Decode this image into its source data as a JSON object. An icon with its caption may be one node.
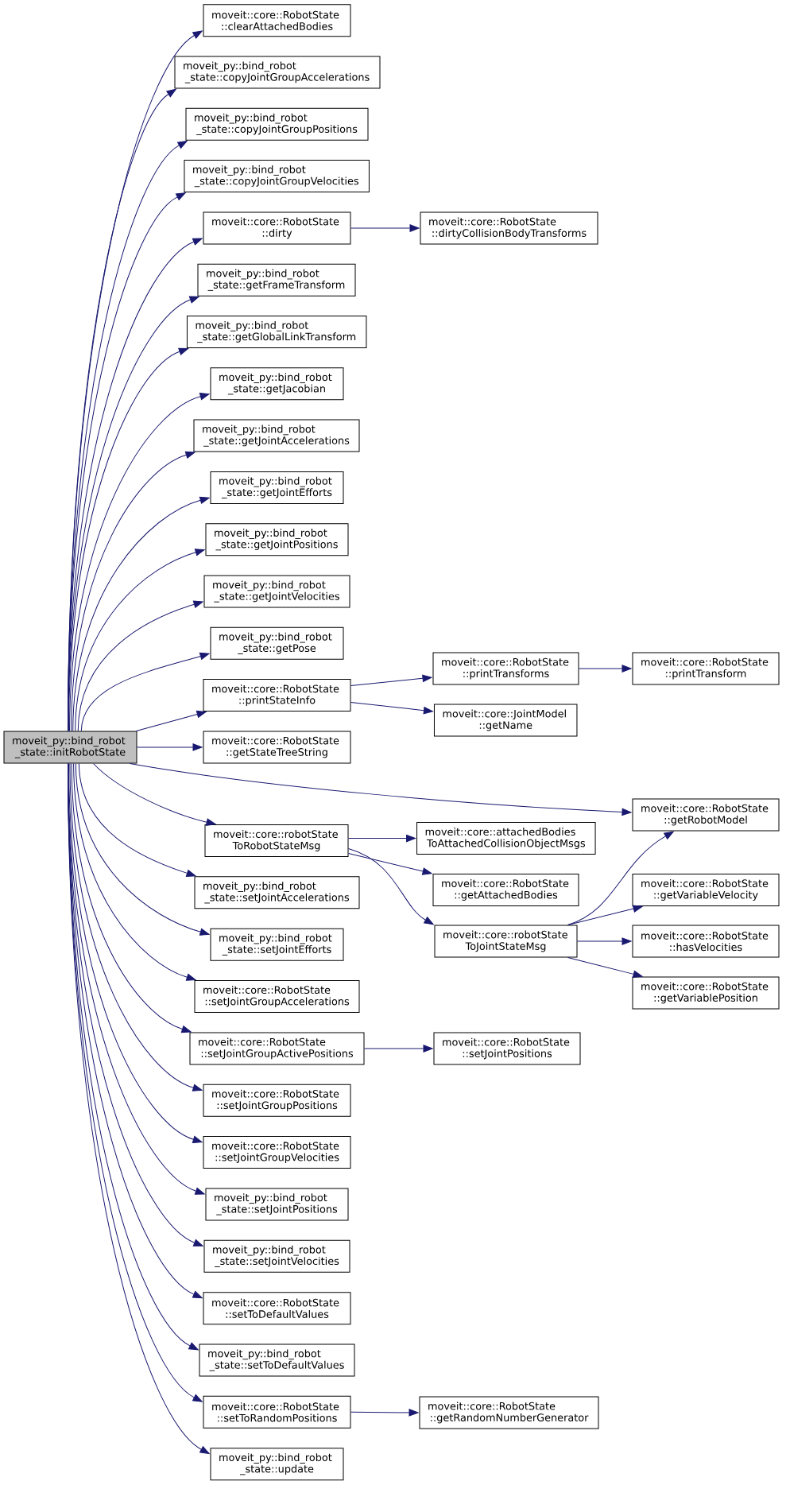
{
  "diagram": {
    "nodes": [
      {
        "text": [
          "moveit_py::bind_robot _state::initRobotState"
        ]
      },
      {
        "text": [
          "moveit::core::RobotState ::clearAttachedBodies"
        ]
      },
      {
        "text": [
          "moveit_py::bind_robot _state::copyJointGroupAccelerations"
        ]
      },
      {
        "text": [
          "moveit_py::bind_robot _state::copyJointGroupPositions"
        ]
      },
      {
        "text": [
          "moveit_py::bind_robot _state::copyJointGroupVelocities"
        ]
      },
      {
        "text": [
          "moveit::core::RobotState ::dirty"
        ]
      },
      {
        "text": [
          "moveit_py::bind_robot _state::getFrameTransform"
        ]
      },
      {
        "text": [
          "moveit_py::bind_robot _state::getGlobalLinkTransform"
        ]
      },
      {
        "text": [
          "moveit_py::bind_robot _state::getJacobian"
        ]
      },
      {
        "text": [
          "moveit_py::bind_robot _state::getJointAccelerations"
        ]
      },
      {
        "text": [
          "moveit_py::bind_robot _state::getJointEfforts"
        ]
      },
      {
        "text": [
          "moveit_py::bind_robot _state::getJointPositions"
        ]
      },
      {
        "text": [
          "moveit_py::bind_robot _state::getJointVelocities"
        ]
      },
      {
        "text": [
          "moveit_py::bind_robot _state::getPose"
        ]
      },
      {
        "text": [
          "moveit::core::RobotState ::printStateInfo"
        ]
      },
      {
        "text": [
          "moveit::core::RobotState ::getStateTreeString"
        ]
      },
      {
        "text": [
          "moveit::core::robotState ToRobotStateMsg"
        ]
      },
      {
        "text": [
          "moveit_py::bind_robot _state::setJointAccelerations"
        ]
      },
      {
        "text": [
          "moveit_py::bind_robot _state::setJointEfforts"
        ]
      },
      {
        "text": [
          "moveit::core::RobotState ::setJointGroupAccelerations"
        ]
      },
      {
        "text": [
          "moveit::core::RobotState ::setJointGroupActivePositions"
        ]
      },
      {
        "text": [
          "moveit::core::RobotState ::setJointGroupPositions"
        ]
      },
      {
        "text": [
          "moveit::core::RobotState ::setJointGroupVelocities"
        ]
      },
      {
        "text": [
          "moveit_py::bind_robot _state::setJointPositions"
        ]
      },
      {
        "text": [
          "moveit_py::bind_robot _state::setJointVelocities"
        ]
      },
      {
        "text": [
          "moveit::core::RobotState ::setToDefaultValues"
        ]
      },
      {
        "text": [
          "moveit_py::bind_robot _state::setToDefaultValues"
        ]
      },
      {
        "text": [
          "moveit::core::RobotState ::setToRandomPositions"
        ]
      },
      {
        "text": [
          "moveit_py::bind_robot _state::update"
        ]
      },
      {
        "text": [
          "moveit::core::RobotState ::dirtyCollisionBodyTransforms"
        ]
      },
      {
        "text": [
          "moveit::core::RobotState ::printTransforms"
        ]
      },
      {
        "text": [
          "moveit::core::JointModel ::getName"
        ]
      },
      {
        "text": [
          "moveit::core::attachedBodies ToAttachedCollisionObjectMsgs"
        ]
      },
      {
        "text": [
          "moveit::core::RobotState ::getAttachedBodies"
        ]
      },
      {
        "text": [
          "moveit::core::robotState ToJointStateMsg"
        ]
      },
      {
        "text": [
          "moveit::core::RobotState ::setJointPositions"
        ]
      },
      {
        "text": [
          "moveit::core::RobotState ::getRandomNumberGenerator"
        ]
      },
      {
        "text": [
          "moveit::core::RobotState ::printTransform"
        ]
      },
      {
        "text": [
          "moveit::core::RobotState ::getRobotModel"
        ]
      },
      {
        "text": [
          "moveit::core::RobotState ::getVariableVelocity"
        ]
      },
      {
        "text": [
          "moveit::core::RobotState ::hasVelocities"
        ]
      },
      {
        "text": [
          "moveit::core::RobotState ::getVariablePosition"
        ]
      }
    ],
    "edges": [
      {
        "from": 0,
        "to": 1,
        "arrow": "to"
      },
      {
        "from": 0,
        "to": 2,
        "arrow": "to"
      },
      {
        "from": 0,
        "to": 3,
        "arrow": "to"
      },
      {
        "from": 0,
        "to": 4,
        "arrow": "to"
      },
      {
        "from": 0,
        "to": 5,
        "arrow": "to"
      },
      {
        "from": 0,
        "to": 6,
        "arrow": "to"
      },
      {
        "from": 0,
        "to": 7,
        "arrow": "to"
      },
      {
        "from": 0,
        "to": 8,
        "arrow": "to"
      },
      {
        "from": 0,
        "to": 9,
        "arrow": "to"
      },
      {
        "from": 0,
        "to": 10,
        "arrow": "to"
      },
      {
        "from": 0,
        "to": 11,
        "arrow": "to"
      },
      {
        "from": 0,
        "to": 12,
        "arrow": "to"
      },
      {
        "from": 0,
        "to": 13,
        "arrow": "to"
      },
      {
        "from": 0,
        "to": 14,
        "arrow": "to"
      },
      {
        "from": 0,
        "to": 15,
        "arrow": "to"
      },
      {
        "from": 0,
        "to": 38,
        "arrow": "to"
      },
      {
        "from": 0,
        "to": 16,
        "arrow": "to"
      },
      {
        "from": 0,
        "to": 17,
        "arrow": "to"
      },
      {
        "from": 0,
        "to": 18,
        "arrow": "to"
      },
      {
        "from": 0,
        "to": 19,
        "arrow": "to"
      },
      {
        "from": 0,
        "to": 20,
        "arrow": "to"
      },
      {
        "from": 0,
        "to": 21,
        "arrow": "to"
      },
      {
        "from": 0,
        "to": 22,
        "arrow": "to"
      },
      {
        "from": 0,
        "to": 23,
        "arrow": "to"
      },
      {
        "from": 0,
        "to": 24,
        "arrow": "to"
      },
      {
        "from": 0,
        "to": 25,
        "arrow": "to"
      },
      {
        "from": 0,
        "to": 26,
        "arrow": "to"
      },
      {
        "from": 0,
        "to": 27,
        "arrow": "to"
      },
      {
        "from": 0,
        "to": 28,
        "arrow": "to"
      },
      {
        "from": 5,
        "to": 29,
        "arrow": "to"
      },
      {
        "from": 14,
        "to": 30,
        "arrow": "to"
      },
      {
        "from": 14,
        "to": 31,
        "arrow": "to"
      },
      {
        "from": 30,
        "to": 37,
        "arrow": "to"
      },
      {
        "from": 16,
        "to": 32,
        "arrow": "to"
      },
      {
        "from": 16,
        "to": 33,
        "arrow": "to"
      },
      {
        "from": 16,
        "to": 34,
        "arrow": "to"
      },
      {
        "from": 34,
        "to": 38,
        "arrow": "to"
      },
      {
        "from": 34,
        "to": 39,
        "arrow": "to"
      },
      {
        "from": 34,
        "to": 40,
        "arrow": "to"
      },
      {
        "from": 34,
        "to": 41,
        "arrow": "to"
      },
      {
        "from": 20,
        "to": 35,
        "arrow": "to"
      },
      {
        "from": 27,
        "to": 36,
        "arrow": "to"
      }
    ]
  }
}
